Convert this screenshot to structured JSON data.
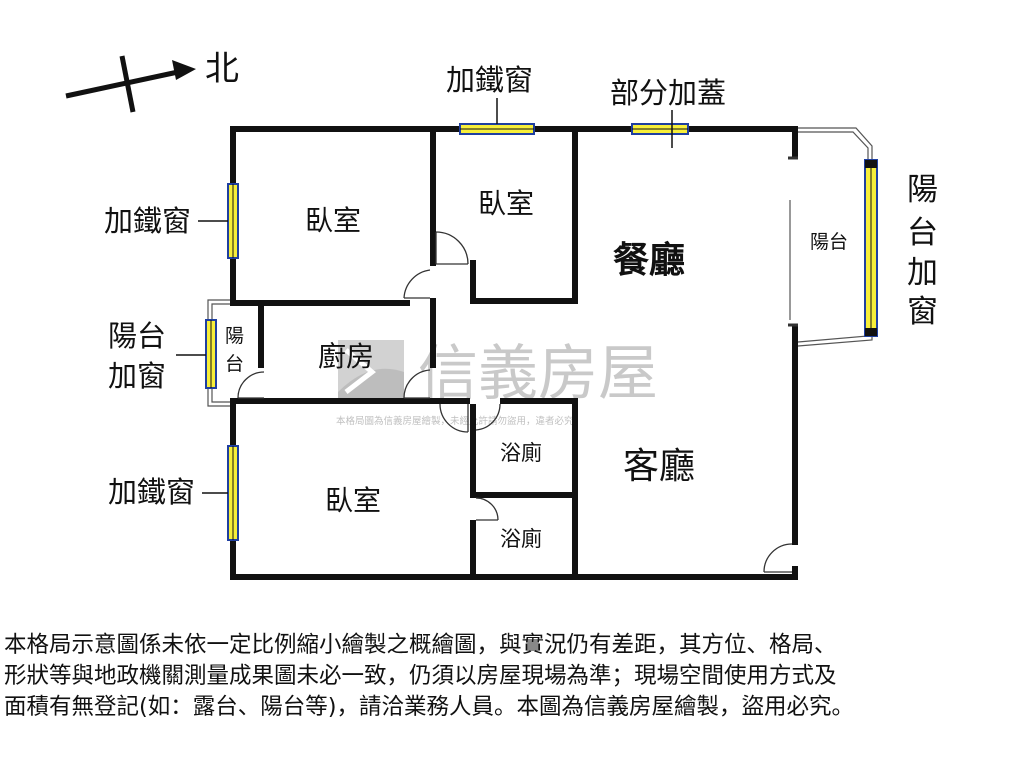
{
  "compass": {
    "direction_label": "北"
  },
  "rooms": {
    "bedroom_top_left": "臥室",
    "bedroom_top_middle": "臥室",
    "dining": "餐廳",
    "kitchen": "廚房",
    "living": "客廳",
    "bedroom_bottom": "臥室",
    "bath_upper": "浴廁",
    "bath_lower": "浴廁",
    "balcony_east": "陽台",
    "balcony_west_line1": "陽",
    "balcony_west_line2": "台"
  },
  "callouts": {
    "iron_window_top": "加鐵窗",
    "partial_addition": "部分加蓋",
    "iron_window_left_top": "加鐵窗",
    "balcony_window_left_line1": "陽台",
    "balcony_window_left_line2": "加窗",
    "iron_window_left_bottom": "加鐵窗",
    "balcony_window_right": [
      "陽",
      "台",
      "加",
      "窗"
    ]
  },
  "watermark": {
    "brand": "信義房屋",
    "notice": "本格局圖為信義房屋繪製，未經允許請勿盜用，違者必究"
  },
  "disclaimer": [
    "本格局示意圖係未依一定比例縮小繪製之概繪圖，與實況仍有差距，其方位、格局、",
    "形狀等與地政機關測量成果圖未必一致，仍須以房屋現場為準；現場空間使用方式及",
    "面積有無登記(如：露台、陽台等)，請洽業務人員。本圖為信義房屋繪製，盜用必究。"
  ],
  "colors": {
    "wall": "#111111",
    "window_fill": "#f6ee3a",
    "window_frame": "#1f3fa0",
    "watermark": "#c9c9c9"
  }
}
